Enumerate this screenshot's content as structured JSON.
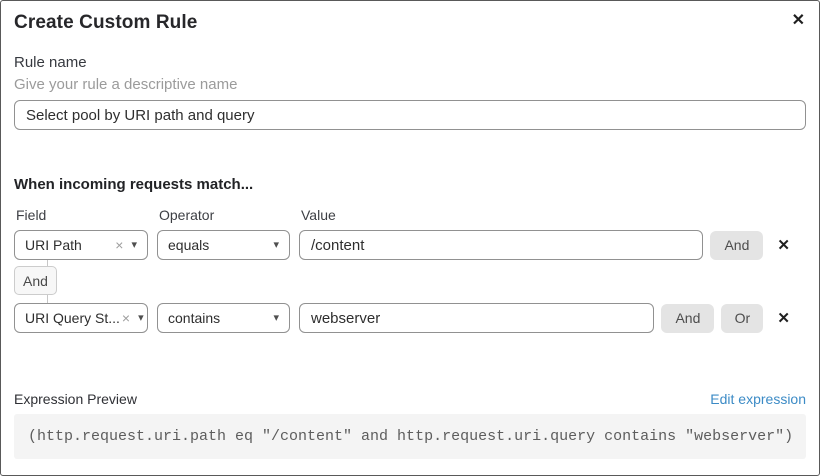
{
  "dialog": {
    "title": "Create Custom Rule"
  },
  "icons": {
    "close": "✕",
    "remove": "×",
    "caret": "▾",
    "delete": "✕"
  },
  "rule_name": {
    "label": "Rule name",
    "hint": "Give your rule a descriptive name",
    "value": "Select pool by URI path and query"
  },
  "match": {
    "heading": "When incoming requests match...",
    "columns": {
      "field": "Field",
      "operator": "Operator",
      "value": "Value"
    },
    "connector_label": "And",
    "rows": [
      {
        "field": "URI Path",
        "operator": "equals",
        "value": "/content",
        "and_label": "And"
      },
      {
        "field": "URI Query St...",
        "operator": "contains",
        "value": "webserver",
        "and_label": "And",
        "or_label": "Or"
      }
    ]
  },
  "expression": {
    "label": "Expression Preview",
    "edit_link": "Edit expression",
    "code": "(http.request.uri.path eq \"/content\" and http.request.uri.query contains \"webserver\")"
  },
  "colors": {
    "link_blue": "#3c8bc6",
    "button_bg": "#e4e4e4",
    "code_bg": "#f4f4f4"
  }
}
